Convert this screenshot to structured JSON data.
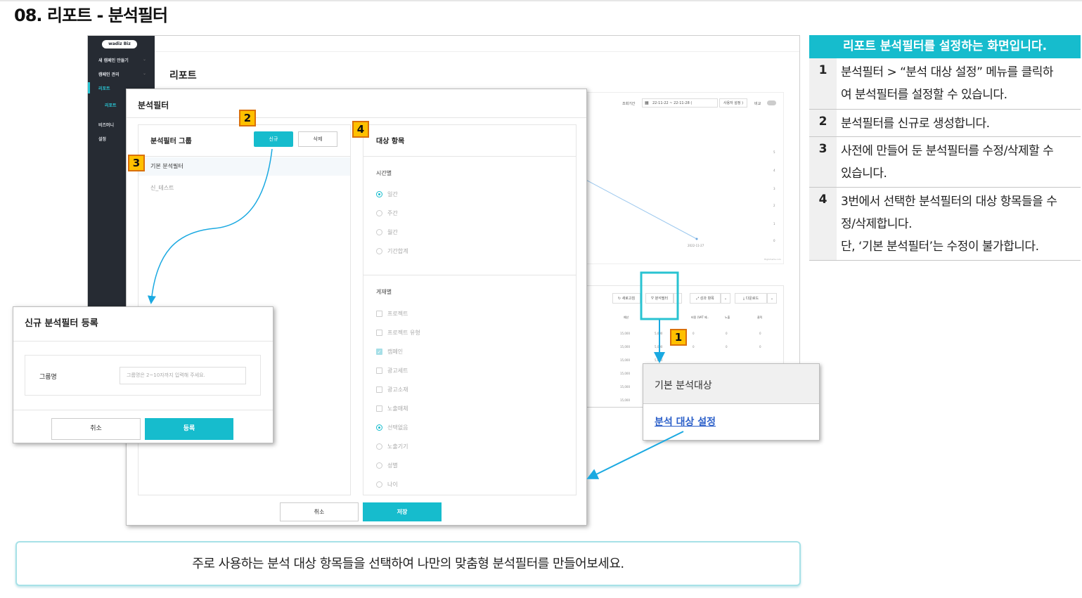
{
  "page_title": "08. 리포트 - 분석필터",
  "screenshot": {
    "logo": "wadiz Biz",
    "sidebar": [
      {
        "label": "새 캠페인 만들기"
      },
      {
        "label": "캠페인 관리"
      },
      {
        "label": "리포트"
      },
      {
        "label": "리포트"
      },
      {
        "label": "비즈머니"
      },
      {
        "label": "설정"
      }
    ],
    "page_title": "리포트",
    "period_label": "조회기간",
    "period_value": "22-11-22 ~ 22-11-28 (",
    "compare_select": "사용자 설정 )",
    "compare_label": "비교",
    "chart_date": "2022-11-27",
    "chart_credit": "Highcharts.com",
    "toolbar": {
      "refresh": "새로고침",
      "filter": "분석필터",
      "metrics": "성과 항목",
      "download": "다운로드"
    },
    "table": {
      "headers": [
        "예산",
        "",
        "비용 (VAT 제..",
        "노출",
        "클릭"
      ],
      "rows": [
        [
          "15,000",
          "5,000",
          "0",
          "0",
          "0"
        ],
        [
          "15,000",
          "5,000",
          "0",
          "0",
          "0"
        ],
        [
          "15,000",
          "5,000",
          "",
          "",
          ""
        ],
        [
          "15,000",
          "",
          "",
          "",
          ""
        ],
        [
          "15,000",
          "",
          "",
          "",
          ""
        ],
        [
          "15,000",
          "",
          "",
          "",
          ""
        ]
      ]
    }
  },
  "filter_modal": {
    "title": "분석필터",
    "group_panel_title": "분석필터 그룹",
    "new_button": "신규",
    "delete_button": "삭제",
    "groups": [
      "기본 분석필터",
      "신_테스트"
    ],
    "target_panel_title": "대상 항목",
    "time_section": "시간별",
    "time_options": [
      "일간",
      "주간",
      "월간",
      "기간합계"
    ],
    "listing_section": "게재별",
    "listing_options": [
      "프로젝트",
      "프로젝트 유형",
      "캠페인",
      "광고세트",
      "광고소재",
      "노출매체",
      "선택없음",
      "노출기기",
      "성별",
      "나이"
    ],
    "cancel_button": "취소",
    "save_button": "저장"
  },
  "register_modal": {
    "title": "신규 분석필터 등록",
    "group_name_label": "그룹명",
    "group_name_placeholder": "그룹명은 2~10자까지 입력해 주세요.",
    "cancel_button": "취소",
    "register_button": "등록"
  },
  "popup_menu": {
    "item_default": "기본 분석대상",
    "item_setting": "분석 대상 설정"
  },
  "badges": [
    "1",
    "2",
    "3",
    "4"
  ],
  "info_table": {
    "header": "리포트 분석필터를 설정하는 화면입니다.",
    "rows": [
      {
        "num": "1",
        "lines": [
          "분석필터 > “분석 대상 설정” 메뉴를 클릭하",
          "여 분석필터를 설정할 수 있습니다."
        ]
      },
      {
        "num": "2",
        "lines": [
          "분석필터를 신규로 생성합니다."
        ]
      },
      {
        "num": "3",
        "lines": [
          "사전에 만들어 둔 분석필터를 수정/삭제할 수",
          "있습니다."
        ]
      },
      {
        "num": "4",
        "lines": [
          "3번에서 선택한 분석필터의 대상 항목들을 수",
          "정/삭제합니다.",
          "단, ‘기본 분석필터’는 수정이 불가합니다."
        ]
      }
    ]
  },
  "footer_note": "주로 사용하는 분석 대상 항목들을 선택하여 나만의 맞춤형 분석필터를 만들어보세요.",
  "colors": {
    "accent": "#16bccd",
    "badge": "#ffc000",
    "sidebar": "#262b33",
    "link": "#2b5fc9"
  }
}
